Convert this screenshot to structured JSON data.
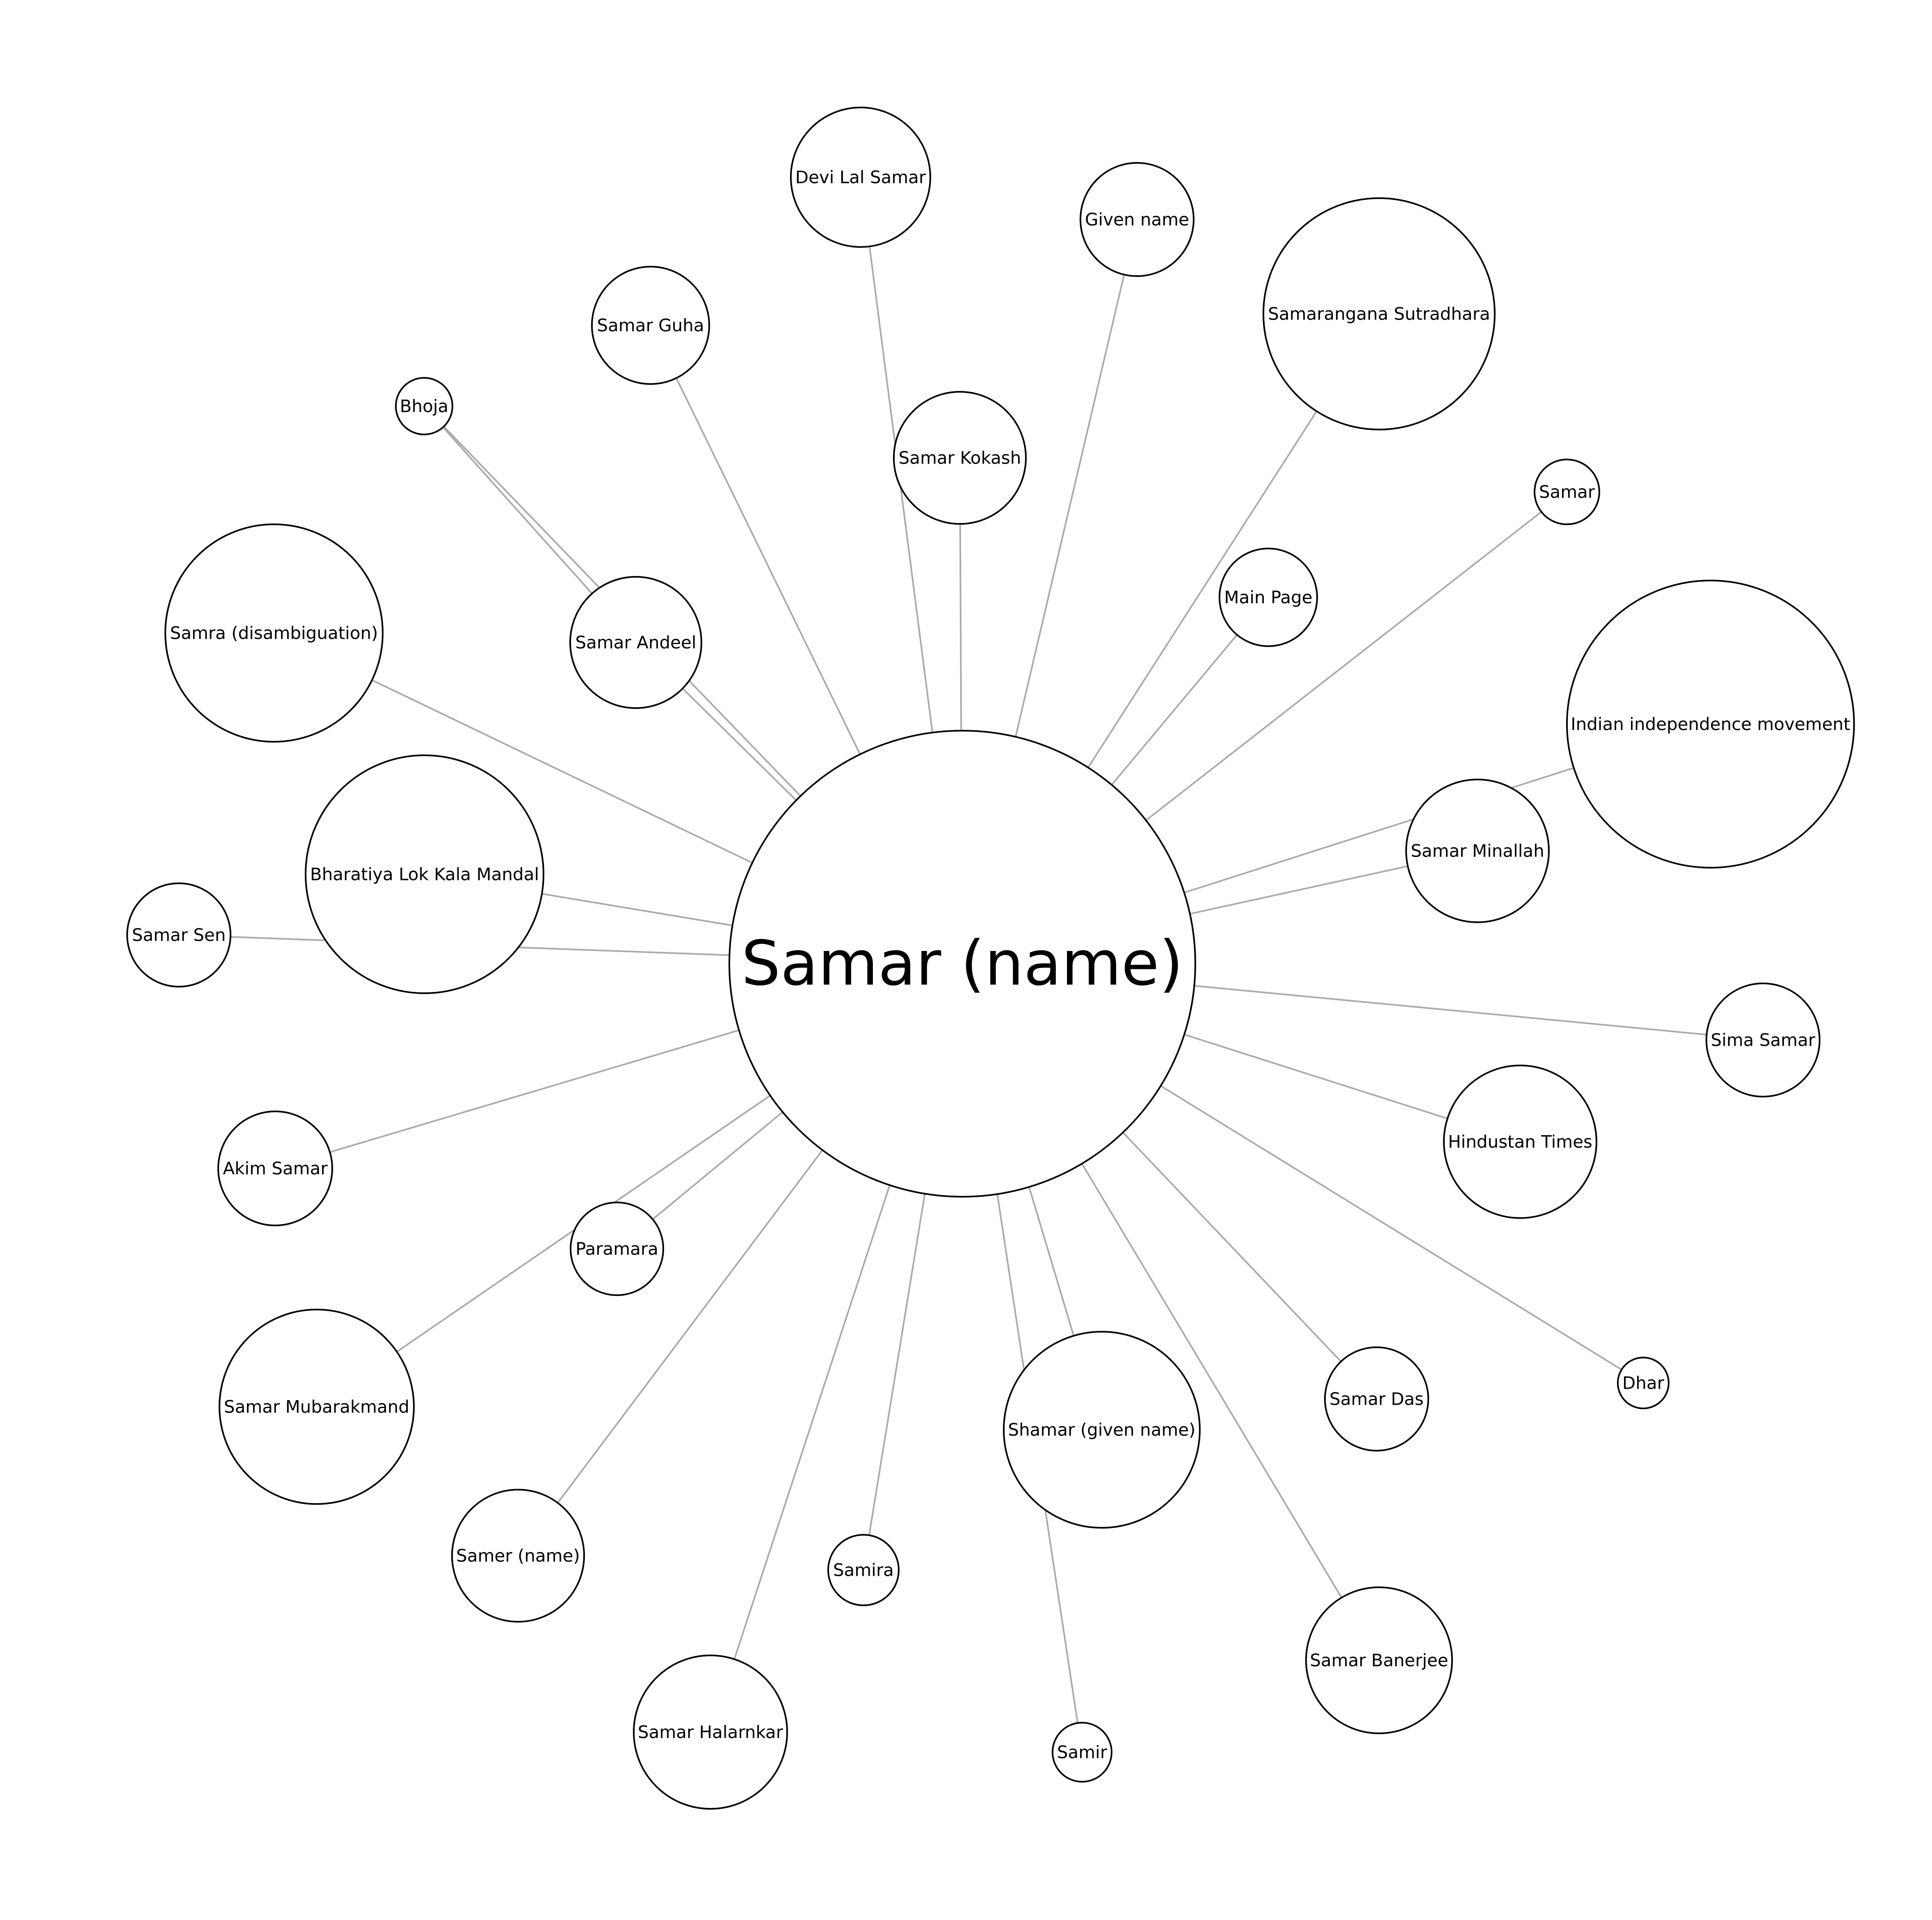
{
  "center": {
    "label": "Samar (name)"
  },
  "nodes": [
    {
      "id": "devi-lal-samar",
      "label": "Devi Lal Samar"
    },
    {
      "id": "given-name",
      "label": "Given name"
    },
    {
      "id": "samarangana-sutradhara",
      "label": "Samarangana Sutradhara"
    },
    {
      "id": "samar-guha",
      "label": "Samar Guha"
    },
    {
      "id": "bhoja",
      "label": "Bhoja"
    },
    {
      "id": "samar-kokash",
      "label": "Samar Kokash"
    },
    {
      "id": "samar",
      "label": "Samar"
    },
    {
      "id": "main-page",
      "label": "Main Page"
    },
    {
      "id": "samra-disambiguation",
      "label": "Samra (disambiguation)"
    },
    {
      "id": "samar-andeel",
      "label": "Samar Andeel"
    },
    {
      "id": "indian-independence-movement",
      "label": "Indian independence movement"
    },
    {
      "id": "samar-minallah",
      "label": "Samar Minallah"
    },
    {
      "id": "bharatiya-lok-kala-mandal",
      "label": "Bharatiya Lok Kala Mandal"
    },
    {
      "id": "samar-sen",
      "label": "Samar Sen"
    },
    {
      "id": "sima-samar",
      "label": "Sima Samar"
    },
    {
      "id": "hindustan-times",
      "label": "Hindustan Times"
    },
    {
      "id": "akim-samar",
      "label": "Akim Samar"
    },
    {
      "id": "paramara",
      "label": "Paramara"
    },
    {
      "id": "dhar",
      "label": "Dhar"
    },
    {
      "id": "samar-das",
      "label": "Samar Das"
    },
    {
      "id": "samar-mubarakmand",
      "label": "Samar Mubarakmand"
    },
    {
      "id": "shamar-given-name",
      "label": "Shamar (given name)"
    },
    {
      "id": "samer-name",
      "label": "Samer (name)"
    },
    {
      "id": "samira",
      "label": "Samira"
    },
    {
      "id": "samar-banerjee",
      "label": "Samar Banerjee"
    },
    {
      "id": "samar-halarnkar",
      "label": "Samar Halarnkar"
    },
    {
      "id": "samir",
      "label": "Samir"
    }
  ],
  "edges": [
    [
      "center",
      "devi-lal-samar"
    ],
    [
      "center",
      "given-name"
    ],
    [
      "center",
      "samarangana-sutradhara"
    ],
    [
      "center",
      "samar-guha"
    ],
    [
      "center",
      "samar-kokash"
    ],
    [
      "center",
      "samar"
    ],
    [
      "center",
      "main-page"
    ],
    [
      "center",
      "samra-disambiguation"
    ],
    [
      "center",
      "samar-andeel"
    ],
    [
      "samar-andeel",
      "bhoja"
    ],
    [
      "center",
      "bhoja"
    ],
    [
      "center",
      "indian-independence-movement"
    ],
    [
      "center",
      "samar-minallah"
    ],
    [
      "center",
      "bharatiya-lok-kala-mandal"
    ],
    [
      "center",
      "samar-sen"
    ],
    [
      "center",
      "sima-samar"
    ],
    [
      "center",
      "hindustan-times"
    ],
    [
      "center",
      "akim-samar"
    ],
    [
      "center",
      "paramara"
    ],
    [
      "center",
      "samar-mubarakmand"
    ],
    [
      "center",
      "dhar"
    ],
    [
      "center",
      "samar-das"
    ],
    [
      "center",
      "shamar-given-name"
    ],
    [
      "center",
      "samir"
    ],
    [
      "center",
      "samer-name"
    ],
    [
      "center",
      "samira"
    ],
    [
      "center",
      "samar-banerjee"
    ],
    [
      "center",
      "samar-halarnkar"
    ]
  ]
}
